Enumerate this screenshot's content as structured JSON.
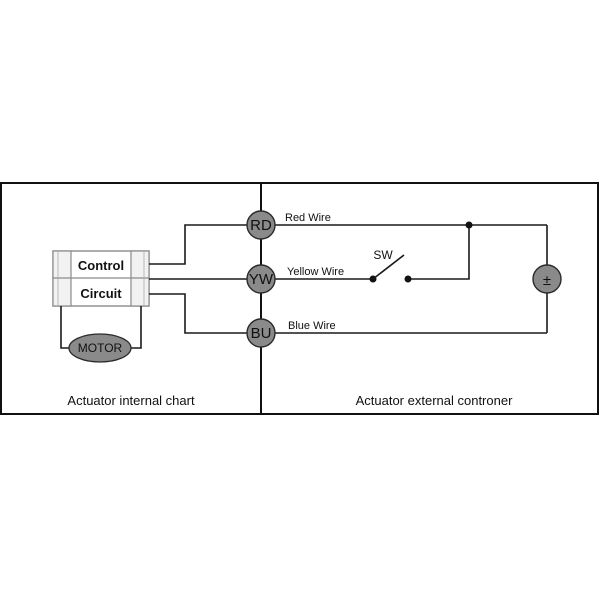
{
  "nodes": {
    "red": {
      "label": "RD",
      "wire": "Red Wire"
    },
    "yellow": {
      "label": "YW",
      "wire": "Yellow Wire"
    },
    "blue": {
      "label": "BU",
      "wire": "Blue Wire"
    }
  },
  "switch_label": "SW",
  "supply_label": "±",
  "control_box": {
    "line1": "Control",
    "line2": "Circuit"
  },
  "motor_label": "MOTOR",
  "captions": {
    "internal": "Actuator internal chart",
    "external": "Actuator external controner"
  },
  "colors": {
    "node_fill": "#8a8a8a",
    "motor_fill": "#8a8a8a",
    "line": "#1a1a1a"
  }
}
